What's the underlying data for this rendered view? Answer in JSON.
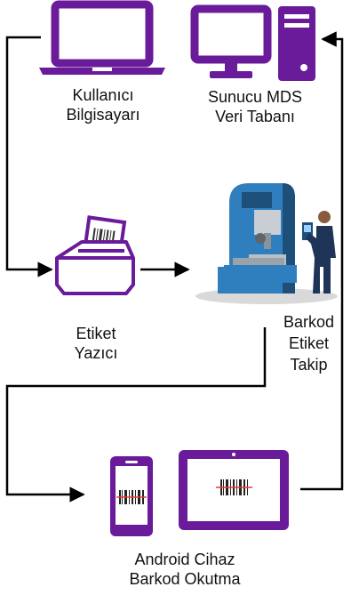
{
  "diagram": {
    "colors": {
      "device": "#6a1b9a",
      "arrow": "#000000",
      "machine_body": "#2f7fbf",
      "machine_shadow": "#1d4f7a",
      "worker": "#1f3558",
      "scan_line": "#e53935"
    },
    "nodes": {
      "user_pc": {
        "icon": "laptop-icon",
        "label_line1": "Kullanıcı",
        "label_line2": "Bilgisayarı"
      },
      "server": {
        "icon": "server-desktop-icon",
        "label_line1": "Sunucu MDS",
        "label_line2": "Veri Tabanı"
      },
      "printer": {
        "icon": "label-printer-icon",
        "label_line1": "Etiket",
        "label_line2": "Yazıcı"
      },
      "tracking": {
        "icon": "industrial-machine-icon",
        "label_line1": "Barkod",
        "label_line2": "Etiket",
        "label_line3": "Takip"
      },
      "android": {
        "icon": "phone-tablet-barcode-icon",
        "label_line1": "Android Cihaz",
        "label_line2": "Barkod Okutma"
      }
    }
  }
}
